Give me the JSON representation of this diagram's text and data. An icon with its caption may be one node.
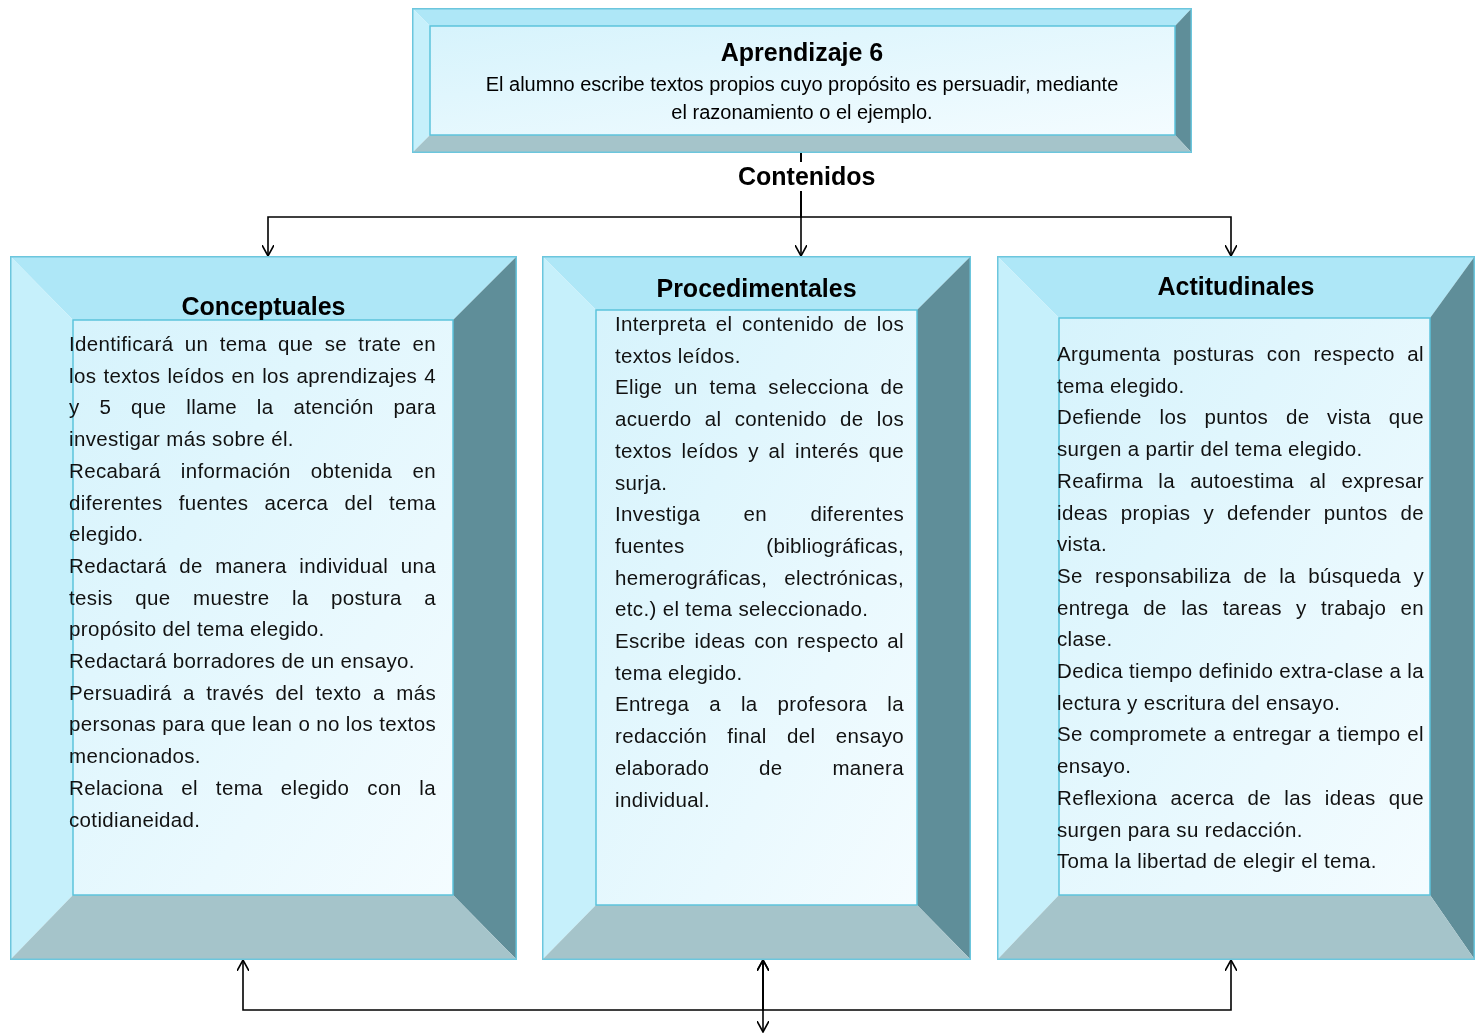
{
  "diagram": {
    "nodes": [
      {
        "text": [
          "Aprendizaje 6",
          "El alumno  escribe textos propios cuyo propósito es persuadir, mediante el razonamiento o el ejemplo."
        ]
      },
      {
        "text": [
          "Conceptuales",
          "Identificará  un tema que se trate en los textos leídos en los aprendizajes 4 y 5 que llame la atención para investigar más sobre él.",
          "Recabará información obtenida en diferentes fuentes acerca del tema elegido.",
          "Redactará de manera individual una tesis que muestre la postura a propósito del tema elegido.",
          "Redactará borradores de un ensayo.",
          "Persuadirá a través del texto a más personas para que lean o no los textos mencionados.",
          "Relaciona el tema elegido con la cotidianeidad."
        ]
      },
      {
        "text": [
          "Procedimentales",
          "Interpreta el contenido de los textos leídos.",
          "Elige un tema selecciona de acuerdo al contenido de los textos leídos y al interés que surja.",
          "Investiga en diferentes fuentes (bibliográficas, hemerográficas, electrónicas, etc.) el tema seleccionado.",
          "Escribe ideas con respecto al tema elegido.",
          "Entrega a la profesora la redacción final del ensayo elaborado de manera individual."
        ]
      },
      {
        "text": [
          "Actitudinales",
          "Argumenta posturas  con respecto al tema elegido.",
          "Defiende los puntos de vista que surgen a partir del tema elegido.",
          "Reafirma la autoestima al expresar ideas propias y defender puntos de vista.",
          "Se responsabiliza de la búsqueda y entrega de las tareas y trabajo en clase.",
          "Dedica tiempo definido extra-clase a la lectura y escritura del ensayo.",
          "Se compromete a entregar a tiempo el ensayo.",
          "Reflexiona acerca de las ideas que surgen para su redacción.",
          "Toma la libertad de elegir el tema."
        ]
      }
    ],
    "edges": [
      {
        "from": 0,
        "to": 2,
        "arrow": "to"
      },
      {
        "from": 0,
        "to": 1,
        "arrow": "to"
      },
      {
        "from": 0,
        "to": 3,
        "arrow": "to"
      },
      {
        "from": 1,
        "to": 2,
        "arrow": "both"
      },
      {
        "from": 2,
        "to": 3,
        "arrow": "both"
      },
      {
        "from": 2,
        "to": null,
        "arrow": "to"
      }
    ],
    "labels": [
      "Contenidos"
    ]
  }
}
